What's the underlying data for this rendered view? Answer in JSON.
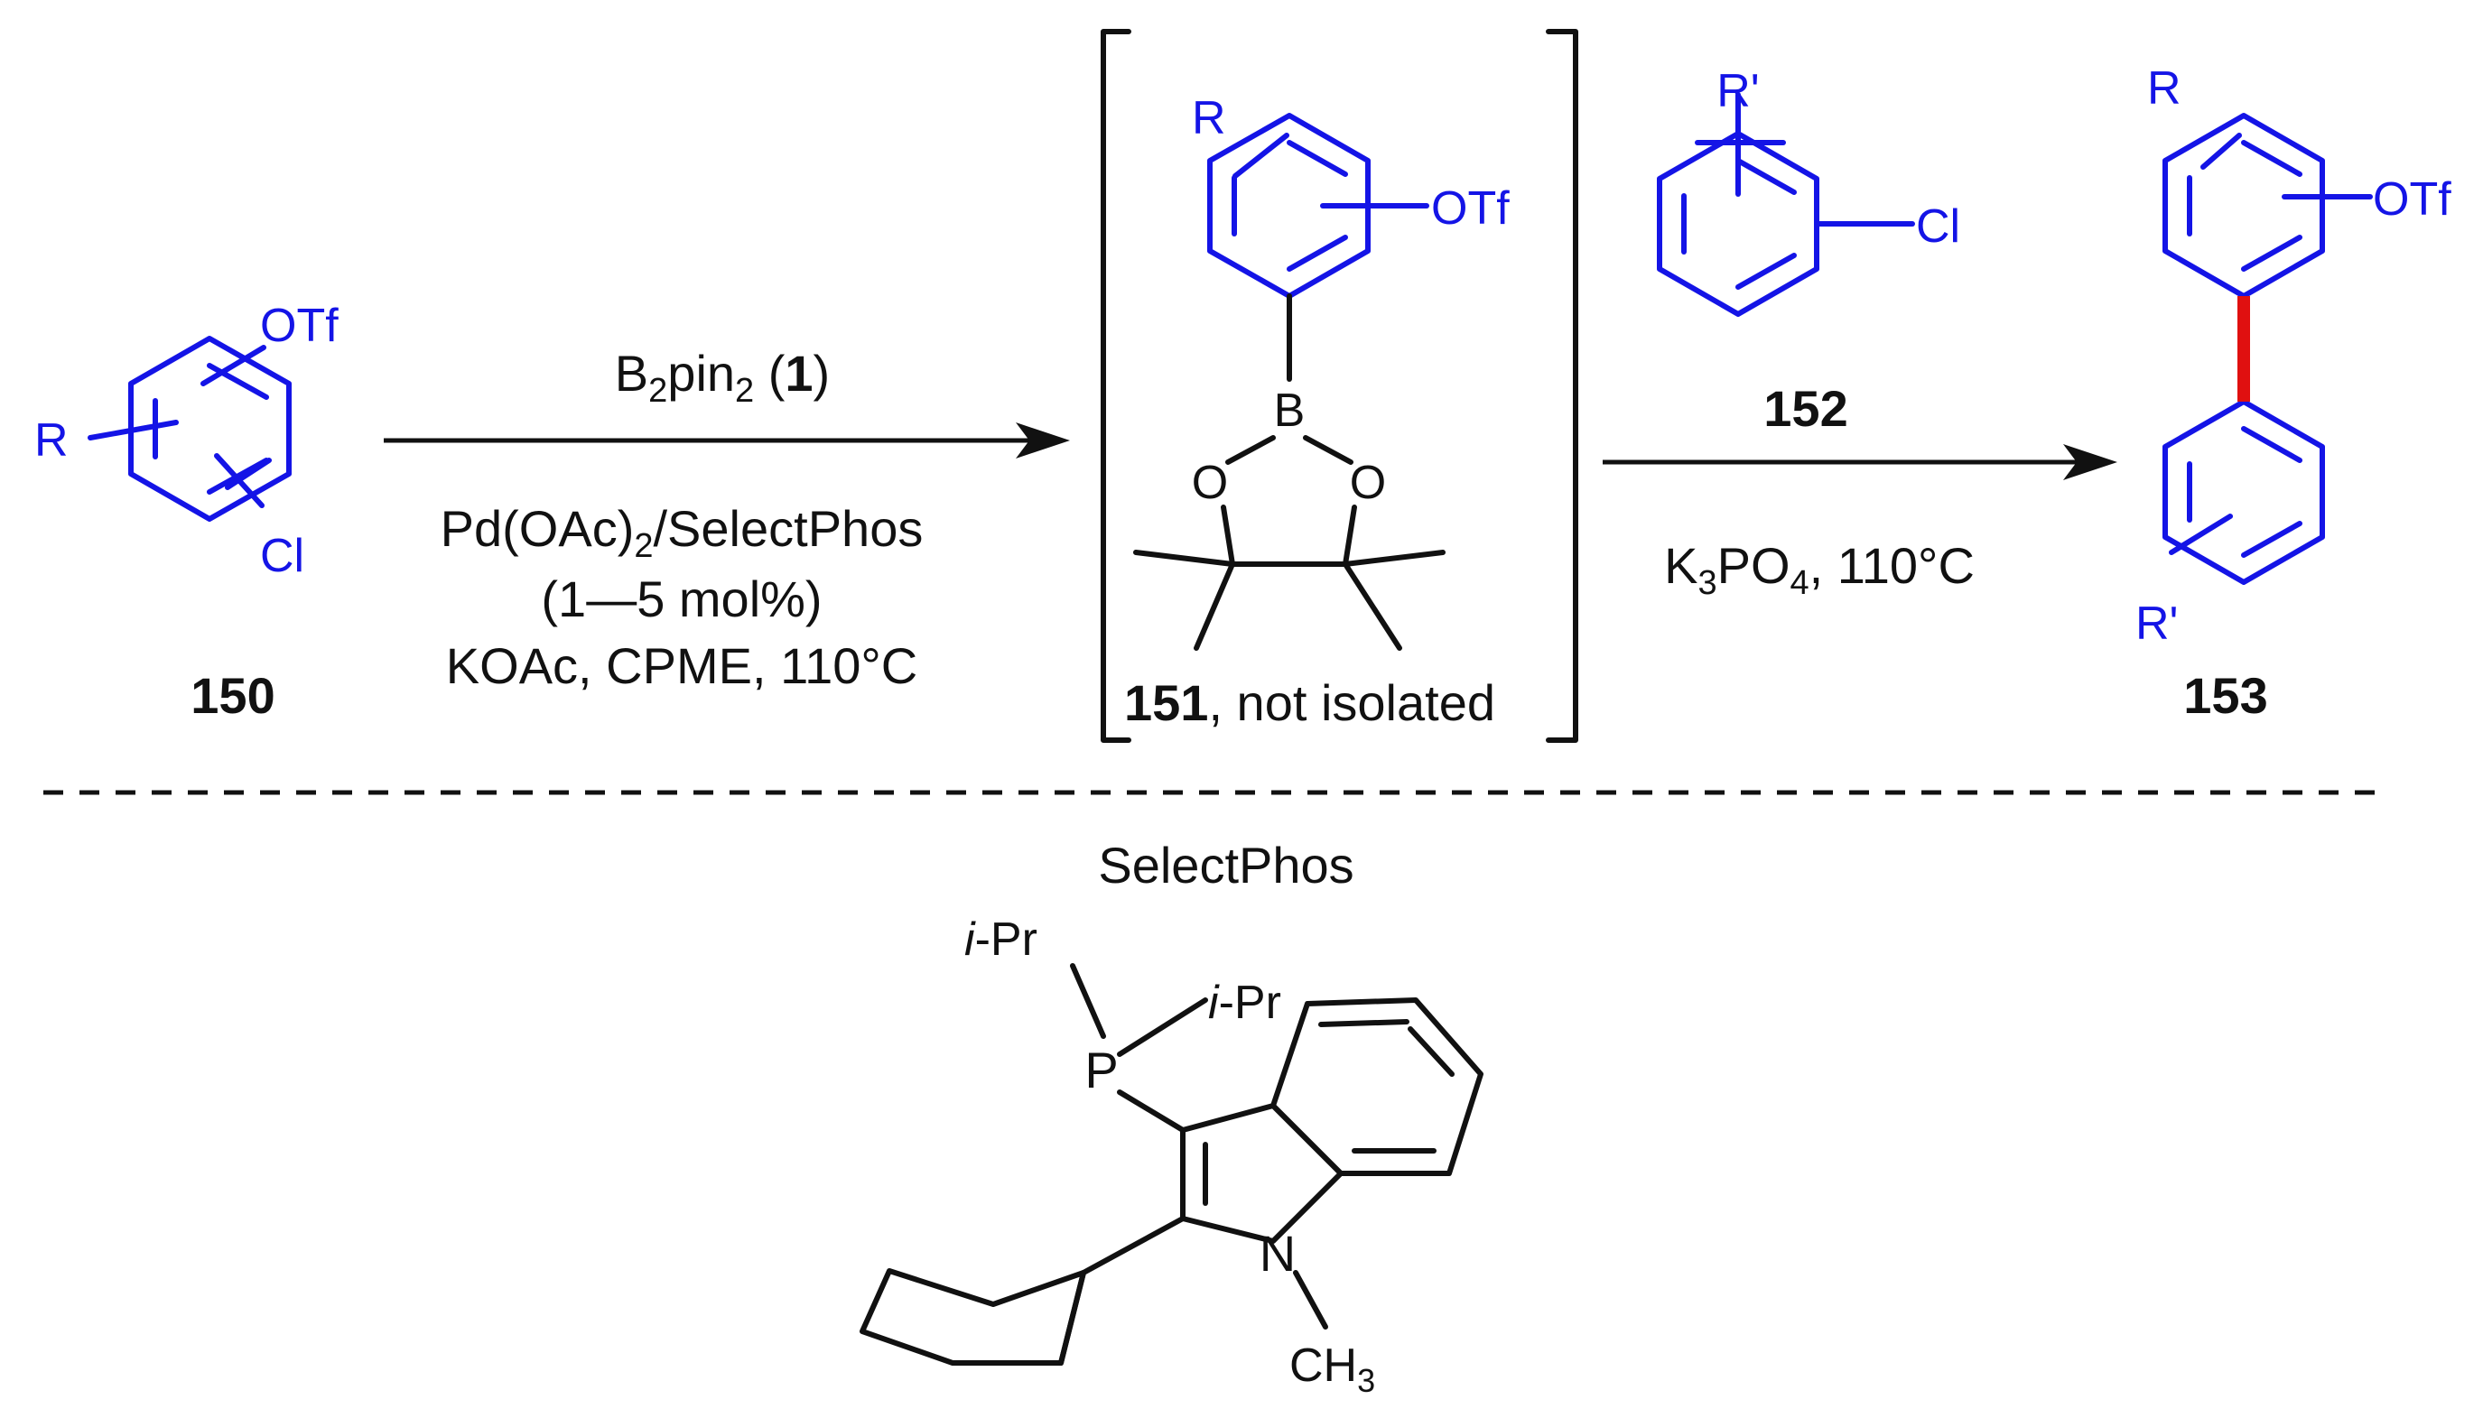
{
  "compound_150": {
    "label": "150",
    "substituent_otf": "OTf",
    "substituent_r": "R",
    "substituent_cl": "Cl"
  },
  "step1": {
    "reagent_main": "B",
    "reagent_sub": "2",
    "reagent_rest": "pin",
    "reagent_sub2": "2",
    "reagent_open": " (",
    "reagent_num": "1",
    "reagent_close": ")",
    "catalyst_a": "Pd(OAc)",
    "catalyst_sub": "2",
    "catalyst_b": "/SelectPhos",
    "loading": "(1—5 mol%)",
    "conditions": "KOAc, CPME, 110°C"
  },
  "intermediate_151": {
    "label_num": "151",
    "label_rest": ", not isolated",
    "substituent_r": "R",
    "substituent_otf": "OTf",
    "atom_b": "B",
    "atom_o1": "O",
    "atom_o2": "O"
  },
  "compound_152": {
    "label": "152",
    "substituent_r": "R'",
    "substituent_cl": "Cl"
  },
  "step2": {
    "conditions_a": "K",
    "conditions_sub1": "3",
    "conditions_b": "PO",
    "conditions_sub2": "4",
    "conditions_c": ", 110°C"
  },
  "product_153": {
    "label": "153",
    "substituent_r": "R",
    "substituent_otf": "OTf",
    "substituent_r2": "R'"
  },
  "ligand": {
    "title": "SelectPhos",
    "ipr1_i": "i",
    "ipr1_rest": "-Pr",
    "ipr2_i": "i",
    "ipr2_rest": "-Pr",
    "atom_p": "P",
    "atom_n": "N",
    "methyl_a": "CH",
    "methyl_sub": "3"
  },
  "colors": {
    "reactant_structure": "#1414e6",
    "new_bond": "#e01010",
    "ligand_structure": "#111111"
  }
}
